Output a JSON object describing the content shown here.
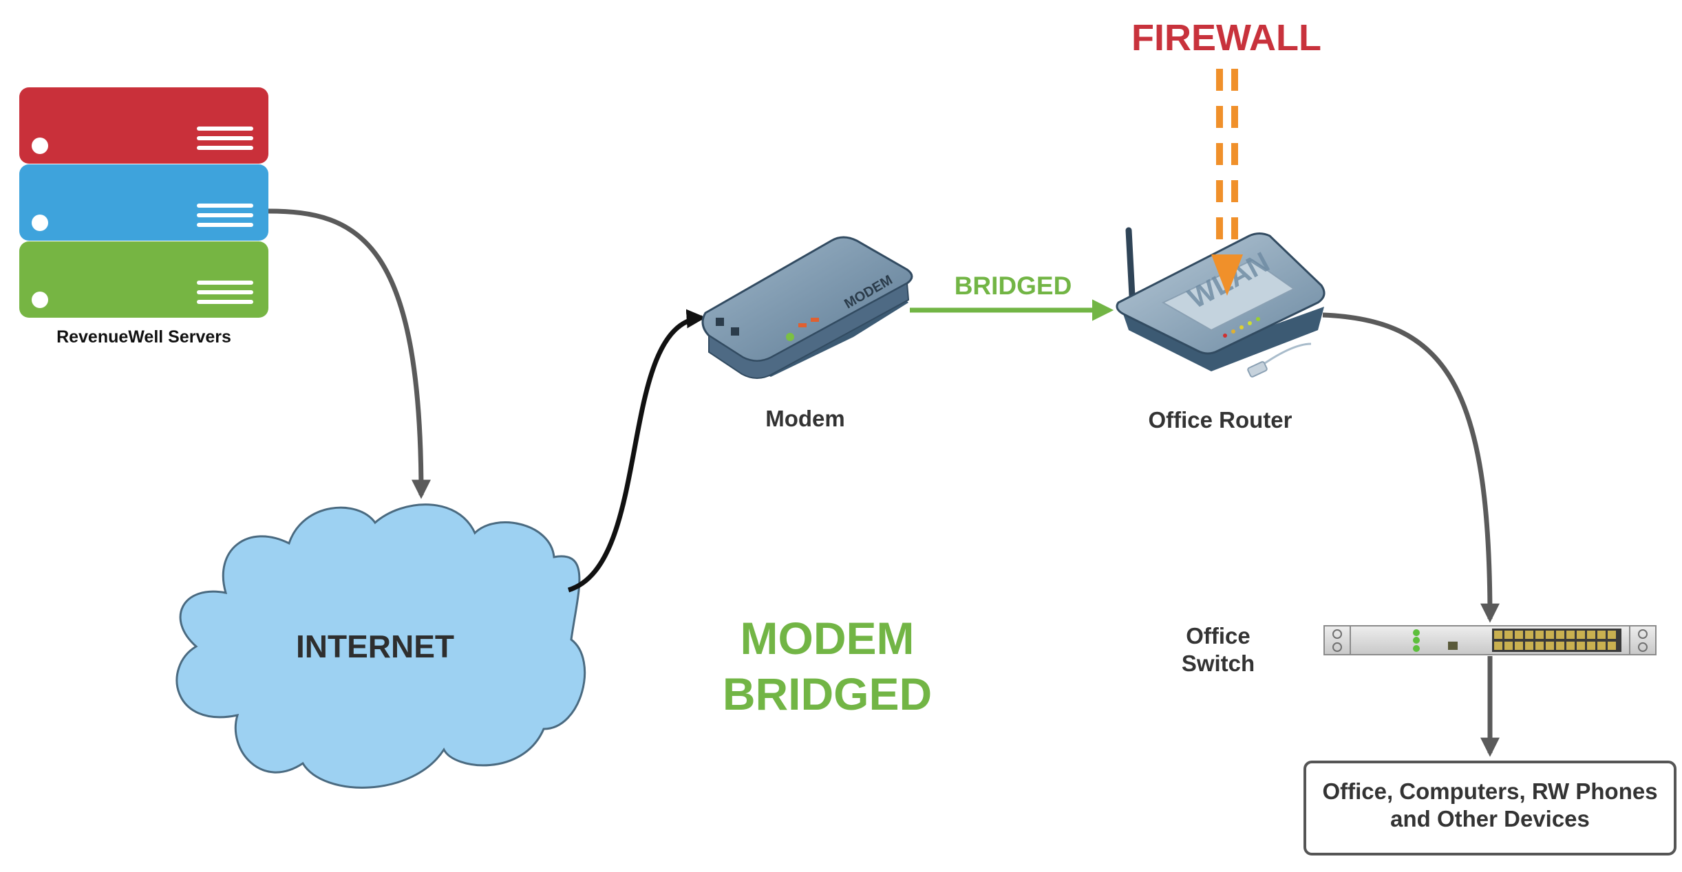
{
  "labels": {
    "servers": "RevenueWell Servers",
    "internet": "INTERNET",
    "modem_device": "MODEM",
    "modem": "Modem",
    "router_device": "WLAN",
    "router": "Office Router",
    "bridged": "BRIDGED",
    "firewall": "FIREWALL",
    "mode_line1": "MODEM",
    "mode_line2": "BRIDGED",
    "switch_line1": "Office",
    "switch_line2": "Switch",
    "devices_line1": "Office, Computers, RW Phones",
    "devices_line2": "and Other Devices"
  },
  "colors": {
    "server_red": "#c9303a",
    "server_blue": "#3ea3dc",
    "server_green": "#76b543",
    "cloud": "#9dd1f2",
    "cloud_stroke": "#4a6a80",
    "accent_green": "#72b545",
    "firewall_red": "#c8323c",
    "firewall_orange": "#f0902a",
    "arrow_gray": "#5a5a5a",
    "text_dark": "#333333",
    "device_blue": "#4e6a84"
  },
  "icons": {
    "servers": "server-stack-icon",
    "internet": "cloud-icon",
    "modem": "modem-icon",
    "router": "wifi-router-icon",
    "switch": "network-switch-icon"
  }
}
